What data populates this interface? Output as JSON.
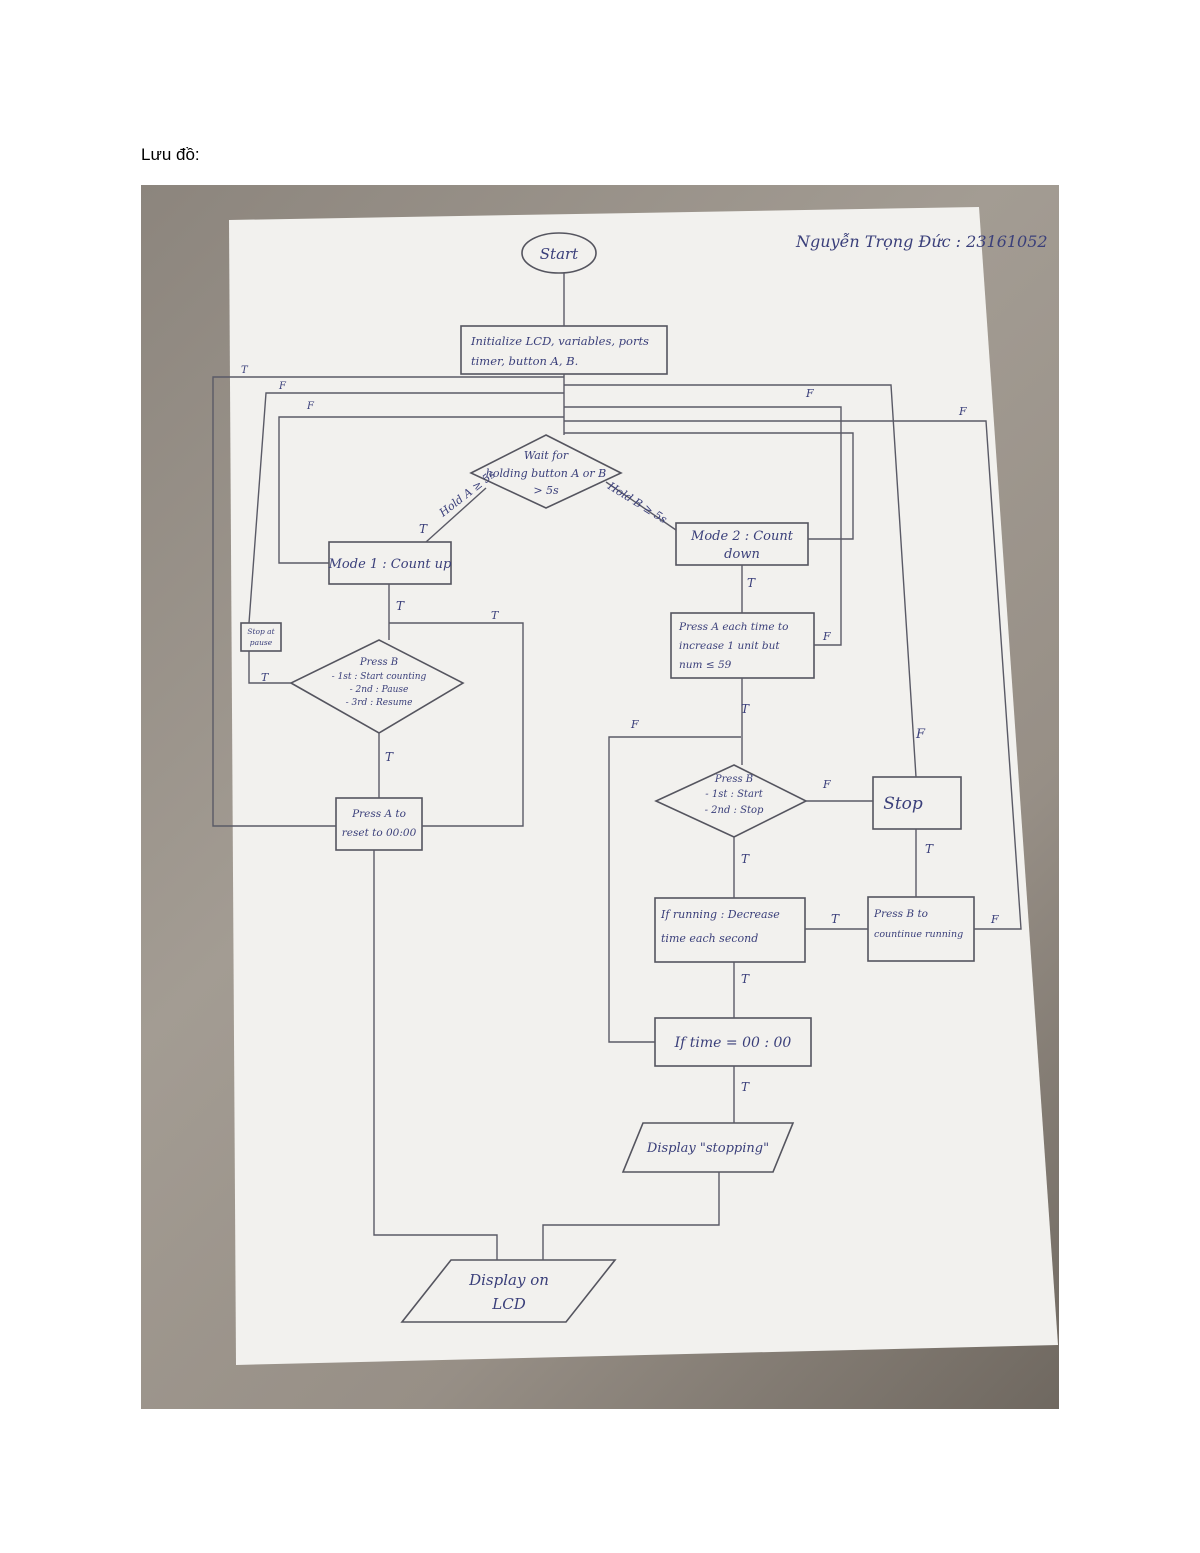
{
  "document": {
    "heading": "Lưu đồ:"
  },
  "photo": {
    "author": "Nguyễn Trọng Đức : 23161052",
    "colors": {
      "ink": "#3a3f7a",
      "paper": "#f2f1ee",
      "desk": "#9c958c"
    },
    "nodes": {
      "start": "Start",
      "init_line1": "Initialize LCD, variables, ports",
      "init_line2": "timer, button A, B.",
      "wait_line1": "Wait for",
      "wait_line2": "holding button A or B",
      "wait_line3": "> 5s",
      "mode1": "Mode 1 : Count up",
      "mode2_line1": "Mode 2 : Count",
      "mode2_line2": "down",
      "stop_pause_line1": "Stop at",
      "stop_pause_line2": "pause",
      "pressb1_line1": "Press B",
      "pressb1_line2": "- 1st : Start counting",
      "pressb1_line3": "- 2nd : Pause",
      "pressb1_line4": "- 3rd : Resume",
      "pressa_reset_line1": "Press A to",
      "pressa_reset_line2": "reset to 00:00",
      "pressa_inc_line1": "Press A each time to",
      "pressa_inc_line2": "increase 1 unit but",
      "pressa_inc_line3": "num ≤ 59",
      "pressb2_line1": "Press B",
      "pressb2_line2": "- 1st : Start",
      "pressb2_line3": "- 2nd : Stop",
      "stop": "Stop",
      "pressb_cont_line1": "Press B to",
      "pressb_cont_line2": "countinue running",
      "decrease_line1": "If running : Decrease",
      "decrease_line2": "time each second",
      "iftime": "If time = 00 : 00",
      "display_stopping": "Display \"stopping\"",
      "display_lcd_line1": "Display on",
      "display_lcd_line2": "LCD"
    },
    "edge_labels": {
      "hold_a": "Hold A ≥ 5s",
      "hold_b": "Hold B ≥ 5s",
      "t": "T",
      "f": "F"
    }
  }
}
